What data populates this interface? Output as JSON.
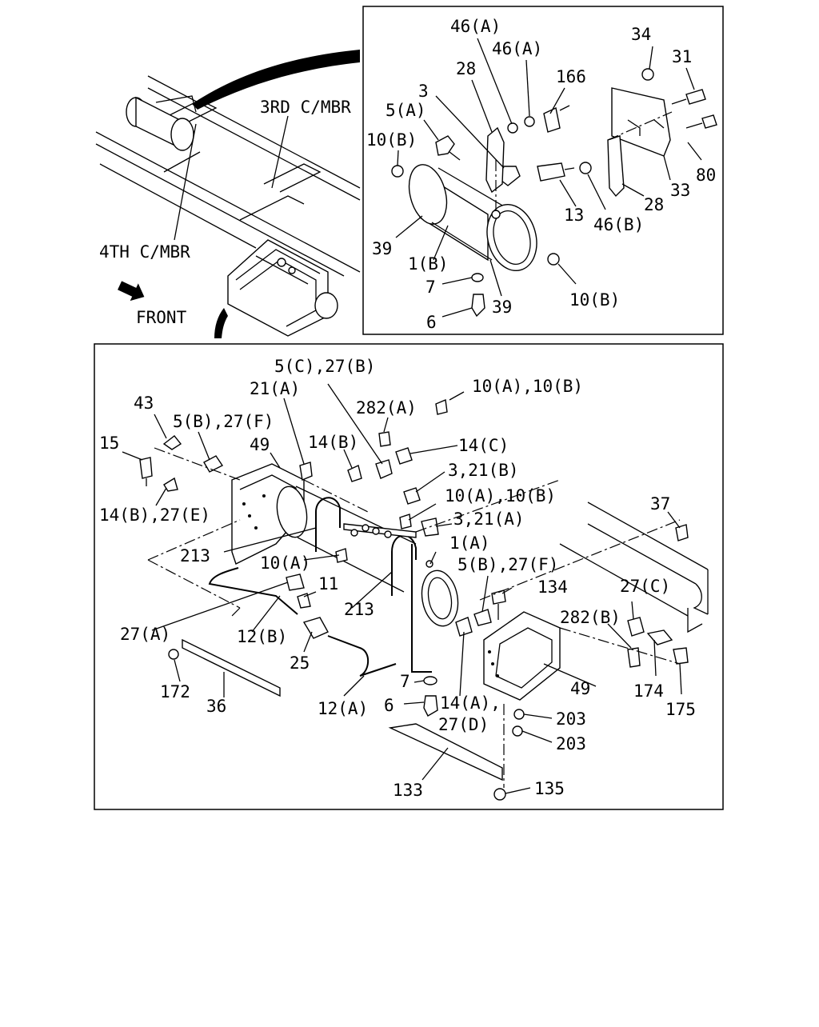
{
  "overview": {
    "label_3rd": "3RD C/MBR",
    "label_4th": "4TH C/MBR",
    "label_front": "FRONT"
  },
  "detail_top": {
    "labels": {
      "l46a1": "46(A)",
      "l46a2": "46(A)",
      "l34": "34",
      "l31": "31",
      "l28a": "28",
      "l3": "3",
      "l166": "166",
      "l5a": "5(A)",
      "l10b1": "10(B)",
      "l80": "80",
      "l33": "33",
      "l28b": "28",
      "l13": "13",
      "l46b": "46(B)",
      "l39a": "39",
      "l1b": "1(B)",
      "l7": "7",
      "l39b": "39",
      "l10b2": "10(B)",
      "l6": "6"
    }
  },
  "detail_bottom": {
    "labels": {
      "l5c27b": "5(C),27(B)",
      "l21a": "21(A)",
      "l282a": "282(A)",
      "l10a10b1": "10(A),10(B)",
      "l43": "43",
      "l5b27f1": "5(B),27(F)",
      "l49a": "49",
      "l14b": "14(B)",
      "l14c": "14(C)",
      "l15": "15",
      "l3_21b": "3,21(B)",
      "l10a10b2": "10(A),10(B)",
      "l14b27e": "14(B),27(E)",
      "l3_21a": "3,21(A)",
      "l37": "37",
      "l213a": "213",
      "l1a": "1(A)",
      "l10a": "10(A)",
      "l5b27f2": "5(B),27(F)",
      "l134": "134",
      "l11": "11",
      "l27c": "27(C)",
      "l213b": "213",
      "l282b": "282(B)",
      "l27a": "27(A)",
      "l12b": "12(B)",
      "l25": "25",
      "l49b": "49",
      "l7": "7",
      "l174": "174",
      "l172": "172",
      "l36": "36",
      "l12a": "12(A)",
      "l6": "6",
      "l14a": "14(A),",
      "l27d": "27(D)",
      "l175": "175",
      "l203a": "203",
      "l203b": "203",
      "l133": "133",
      "l135": "135"
    }
  }
}
